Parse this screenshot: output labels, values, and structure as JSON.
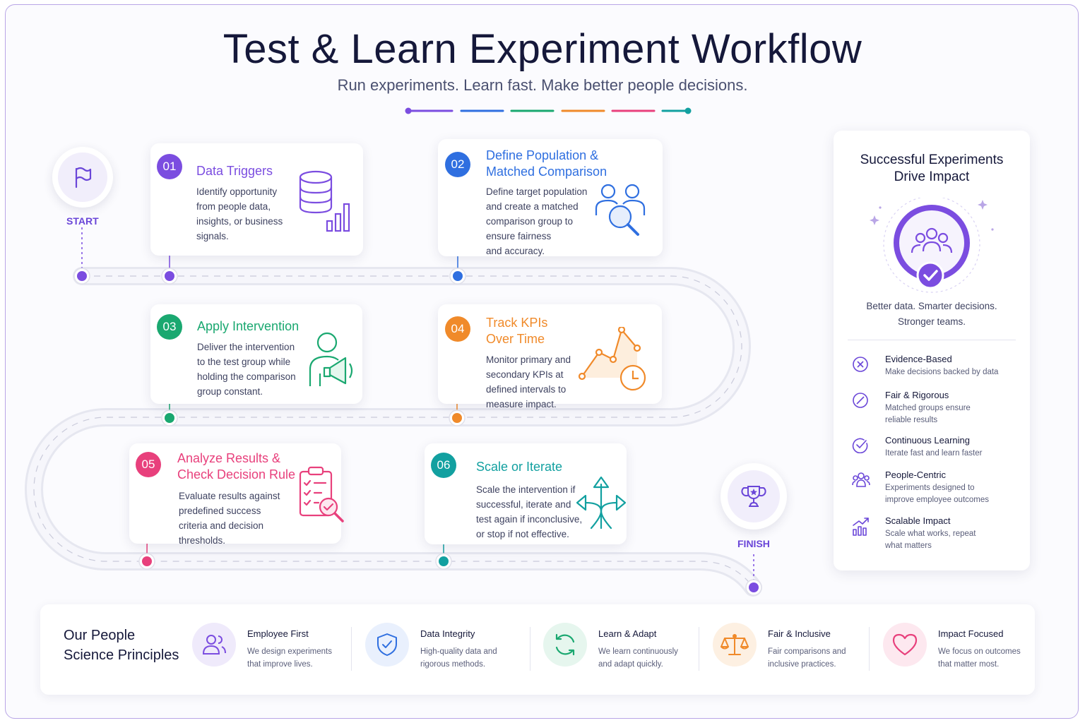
{
  "header": {
    "title": "Test & Learn Experiment Workflow",
    "subtitle": "Run experiments. Learn fast. Make better people decisions.",
    "accent_colors": [
      "#7b4de0",
      "#2f6fe0",
      "#1aa870",
      "#f08a2a",
      "#e8407c",
      "#12a0a0"
    ]
  },
  "start": {
    "label": "START",
    "icon": "flag-icon"
  },
  "finish": {
    "label": "FINISH",
    "icon": "trophy-icon"
  },
  "steps": [
    {
      "num": "01",
      "title": "Data Triggers",
      "desc": "Identify opportunity\nfrom people data,\ninsights, or business\nsignals.",
      "color": "#7b4de0",
      "icon": "database-chart-icon"
    },
    {
      "num": "02",
      "title": "Define Population &\nMatched Comparison",
      "desc": "Define target population\nand create a matched\ncomparison group to\nensure fairness\nand accuracy.",
      "color": "#2f6fe0",
      "icon": "people-search-icon"
    },
    {
      "num": "03",
      "title": "Apply Intervention",
      "desc": "Deliver the intervention\nto the test group while\nholding the comparison\ngroup constant.",
      "color": "#1aa870",
      "icon": "person-megaphone-icon"
    },
    {
      "num": "04",
      "title": "Track KPIs\nOver Time",
      "desc": "Monitor primary and\nsecondary KPIs at\ndefined intervals to\nmeasure impact.",
      "color": "#f08a2a",
      "icon": "trend-clock-icon"
    },
    {
      "num": "05",
      "title": "Analyze Results &\nCheck Decision Rule",
      "desc": "Evaluate results against\npredefined success\ncriteria and decision\nthresholds.",
      "color": "#e8407c",
      "icon": "clipboard-search-icon"
    },
    {
      "num": "06",
      "title": "Scale or Iterate",
      "desc": "Scale the intervention if\nsuccessful, iterate and\ntest again if inconclusive,\nor stop if not effective.",
      "color": "#12a0a0",
      "icon": "branching-arrows-icon"
    }
  ],
  "impact_panel": {
    "title": "Successful Experiments\nDrive Impact",
    "tagline": "Better data. Smarter decisions.\nStronger teams.",
    "icon": "team-check-icon",
    "benefits": [
      {
        "title": "Evidence-Based",
        "desc": "Make decisions backed by data",
        "icon": "target-icon"
      },
      {
        "title": "Fair & Rigorous",
        "desc": "Matched groups ensure\nreliable results",
        "icon": "balance-circle-icon"
      },
      {
        "title": "Continuous Learning",
        "desc": "Iterate fast and learn faster",
        "icon": "check-circle-icon"
      },
      {
        "title": "People-Centric",
        "desc": "Experiments designed to\nimprove employee outcomes",
        "icon": "people-icon"
      },
      {
        "title": "Scalable Impact",
        "desc": "Scale what works, repeat\nwhat matters",
        "icon": "growth-chart-icon"
      }
    ]
  },
  "principles": {
    "heading": "Our People\nScience Principles",
    "items": [
      {
        "title": "Employee First",
        "desc": "We design experiments\nthat improve lives.",
        "icon": "people-icon",
        "color": "#7b4de0"
      },
      {
        "title": "Data Integrity",
        "desc": "High-quality data and\nrigorous methods.",
        "icon": "shield-check-icon",
        "color": "#2f6fe0"
      },
      {
        "title": "Learn & Adapt",
        "desc": "We learn continuously\nand adapt quickly.",
        "icon": "refresh-icon",
        "color": "#1aa870"
      },
      {
        "title": "Fair & Inclusive",
        "desc": "Fair comparisons and\ninclusive practices.",
        "icon": "scales-icon",
        "color": "#f08a2a"
      },
      {
        "title": "Impact Focused",
        "desc": "We focus on outcomes\nthat matter most.",
        "icon": "heart-icon",
        "color": "#e8407c"
      }
    ]
  }
}
